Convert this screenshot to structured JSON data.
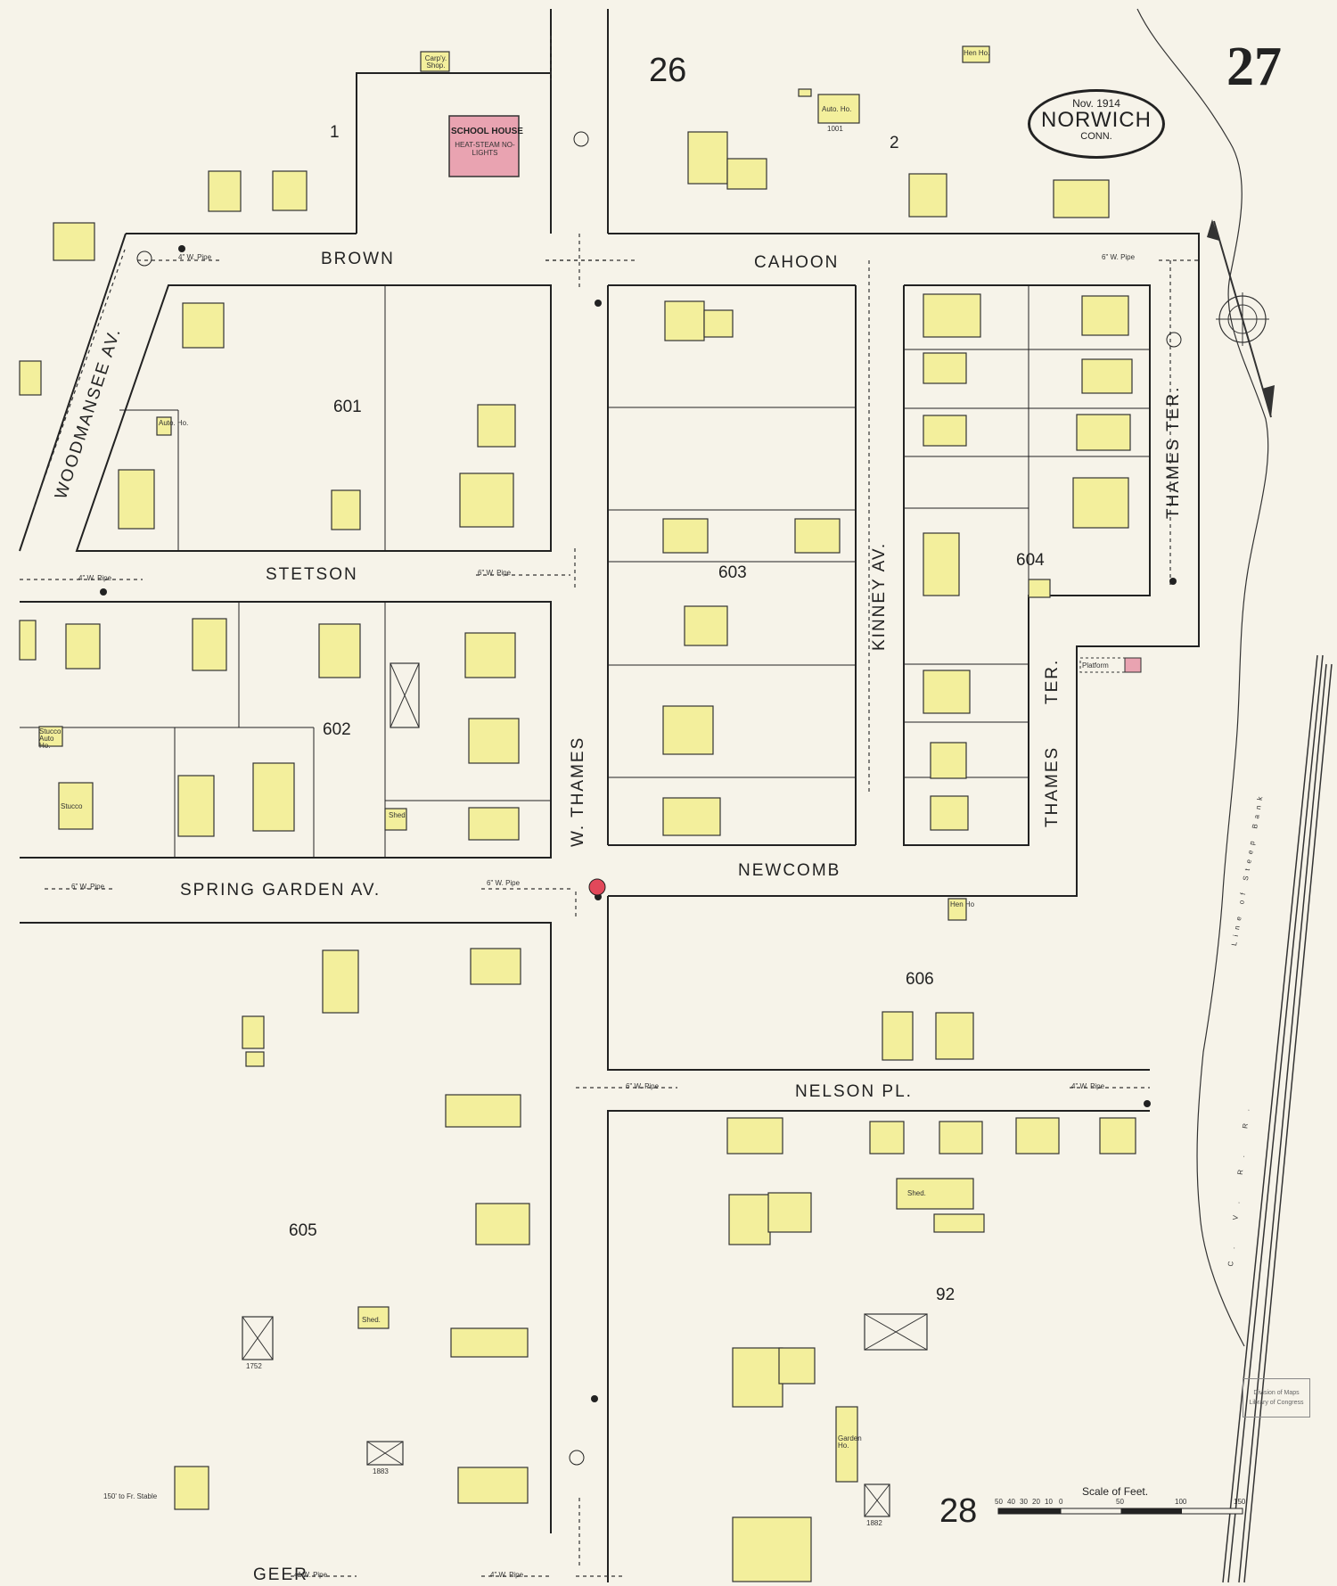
{
  "sheet": {
    "page_number": "27",
    "city": "NORWICH",
    "state": "CONN.",
    "date": "Nov. 1914",
    "adjacent_sheets": {
      "north": "26",
      "south": "28"
    }
  },
  "streets": {
    "brown": "BROWN",
    "cahoon": "CAHOON",
    "stetson": "STETSON",
    "spring_garden": "SPRING   GARDEN   AV.",
    "newcomb": "NEWCOMB",
    "nelson": "NELSON      PL.",
    "geer": "GEER",
    "woodmansee": "WOODMANSEE  AV.",
    "w_thames": "W. THAMES",
    "kinney": "KINNEY   AV.",
    "thames_ter_east": "THAMES   TER.",
    "thames_ter_west_upper": "TER.",
    "thames_ter_west_lower": "THAMES"
  },
  "blocks": {
    "b601": "601",
    "b602": "602",
    "b603": "603",
    "b604": "604",
    "b605": "605",
    "b606": "606",
    "b92": "92",
    "b1": "1",
    "b2": "2"
  },
  "labels": {
    "school_house": "SCHOOL HOUSE",
    "school_detail": "HEAT-STEAM NO-LIGHTS",
    "carp_shop": "Carp'y. Shop.",
    "hen_ho_top": "Hen Ho.",
    "auto_ho": "Auto. Ho.",
    "auto_ho_2": "Auto. Ho.",
    "stucco_auto_ho": "Stucco Auto Ho.",
    "stucco": "Stucco",
    "shed_602": "Shed",
    "shed_92": "Shed.",
    "shed_605": "Shed.",
    "hen_ho_606": "Hen Ho",
    "platform": "Platform",
    "garden_ho": "Garden Ho.",
    "pipe_6": "6\" W. Pipe",
    "pipe_4": "4\" W. Pipe",
    "fr_stable_note": "150' to Fr. Stable",
    "year_1752": "1752",
    "year_1883": "1883",
    "year_1882": "1882",
    "num_1001": "1001",
    "steep_bank": "Line of Steep Bank",
    "railroad": "C. V. R. R.",
    "stamp": "Division of Maps Library of Congress"
  },
  "scale": {
    "title": "Scale of Feet.",
    "ticks": [
      "50",
      "40",
      "30",
      "20",
      "10",
      "0",
      "50",
      "100",
      "150"
    ]
  },
  "legend_colors": {
    "frame_dwelling": "#f3ef9c",
    "brick": "#e9a3b1",
    "paper": "#f6f3e9",
    "ink": "#222222"
  }
}
